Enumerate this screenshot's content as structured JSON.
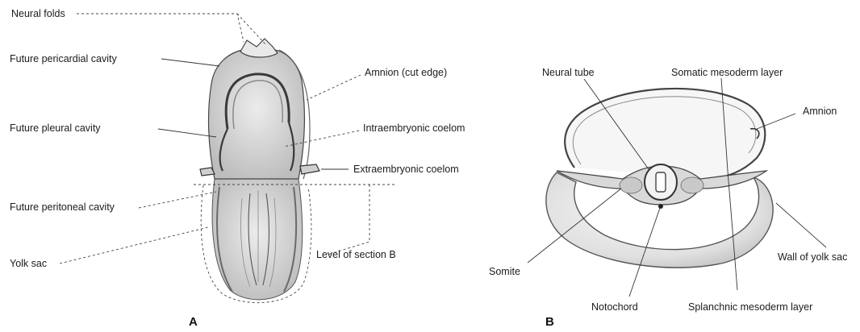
{
  "panel_a": {
    "letter": "A",
    "labels": {
      "neural_folds": "Neural folds",
      "future_pericardial_cavity": "Future pericardial cavity",
      "future_pleural_cavity": "Future pleural cavity",
      "future_peritoneal_cavity": "Future peritoneal cavity",
      "yolk_sac": "Yolk sac",
      "amnion_cut_edge": "Amnion (cut edge)",
      "intraembryonic_coelom": "Intraembryonic coelom",
      "extraembryonic_coelom": "Extraembryonic coelom",
      "level_of_section_b": "Level of section B"
    }
  },
  "panel_b": {
    "letter": "B",
    "labels": {
      "neural_tube": "Neural tube",
      "somatic_mesoderm_layer": "Somatic mesoderm layer",
      "amnion": "Amnion",
      "somite": "Somite",
      "notochord": "Notochord",
      "splanchnic_mesoderm_layer": "Splanchnic mesoderm layer",
      "wall_of_yolk_sac": "Wall of yolk sac"
    }
  }
}
